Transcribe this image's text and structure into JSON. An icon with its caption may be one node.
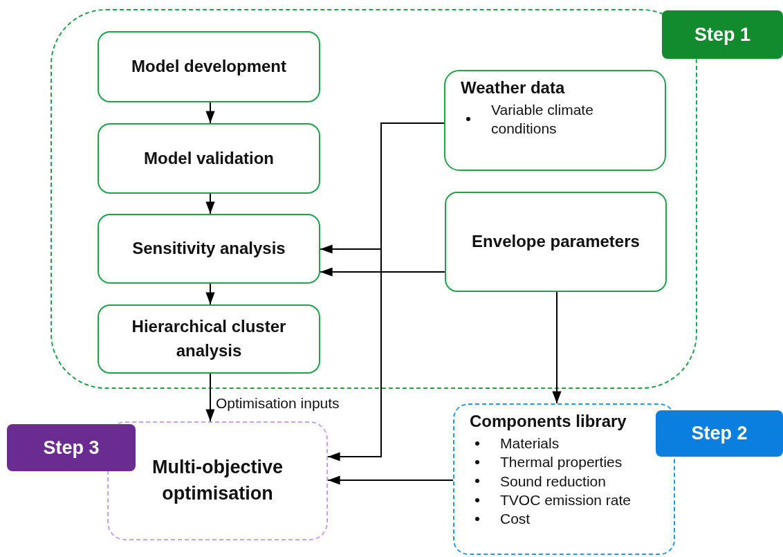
{
  "diagram": {
    "nodes": [
      {
        "text": [],
        "shape": "box"
      },
      {
        "text": [
          "Step 1"
        ]
      },
      {
        "text": [
          "Model development"
        ],
        "in": 0
      },
      {
        "text": [
          "Model validation"
        ],
        "in": 0
      },
      {
        "text": [
          "Sensitivity analysis"
        ],
        "in": 0
      },
      {
        "text": [
          "Hierarchical cluster analysis"
        ],
        "in": 0
      },
      {
        "text": [
          "Weather data",
          "Variable climate conditions"
        ],
        "in": 0
      },
      {
        "text": [
          "Envelope parameters"
        ],
        "in": 0
      },
      {
        "text": [
          "Components library",
          "Materials",
          "Thermal properties",
          "Sound reduction",
          "TVOC emission rate",
          "Cost"
        ]
      },
      {
        "text": [
          "Step 2"
        ]
      },
      {
        "text": [
          "Multi-objective optimisation"
        ]
      },
      {
        "text": [
          "Step 3"
        ]
      }
    ],
    "edges": [
      {
        "from": 2,
        "to": 3,
        "arrow": "to"
      },
      {
        "from": 3,
        "to": 4,
        "arrow": "to"
      },
      {
        "from": 4,
        "to": 5,
        "arrow": "to"
      },
      {
        "from": 5,
        "to": 10,
        "arrow": "to",
        "label": "Optimisation inputs"
      },
      {
        "from": 6,
        "to": 4,
        "arrow": "to"
      },
      {
        "from": 6,
        "to": 10,
        "arrow": "to"
      },
      {
        "from": 7,
        "to": 4,
        "arrow": "to"
      },
      {
        "from": 7,
        "to": 8,
        "arrow": "to"
      },
      {
        "from": 8,
        "to": 10,
        "arrow": "to"
      }
    ]
  }
}
